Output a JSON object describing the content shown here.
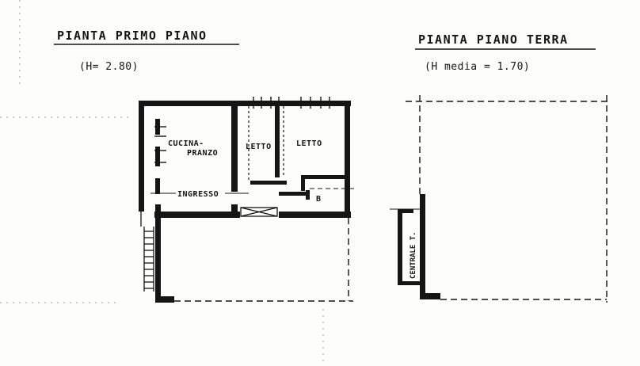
{
  "first_floor": {
    "title": "PIANTA PRIMO PIANO",
    "height_note": "(H= 2.80)",
    "rooms": {
      "kitchen_line1": "CUCINA-",
      "kitchen_line2": "PRANZO",
      "bedroom_a": "LETTO",
      "bedroom_b": "LETTO",
      "entrance": "INGRESSO",
      "bathroom": "B"
    }
  },
  "ground_floor": {
    "title": "PIANTA PIANO TERRA",
    "height_note": "(H media = 1.70)",
    "rooms": {
      "boiler": "CENTRALE T."
    }
  },
  "colors": {
    "ink": "#151515",
    "paper": "#fdfdfb",
    "faint": "#9a9a9a"
  }
}
